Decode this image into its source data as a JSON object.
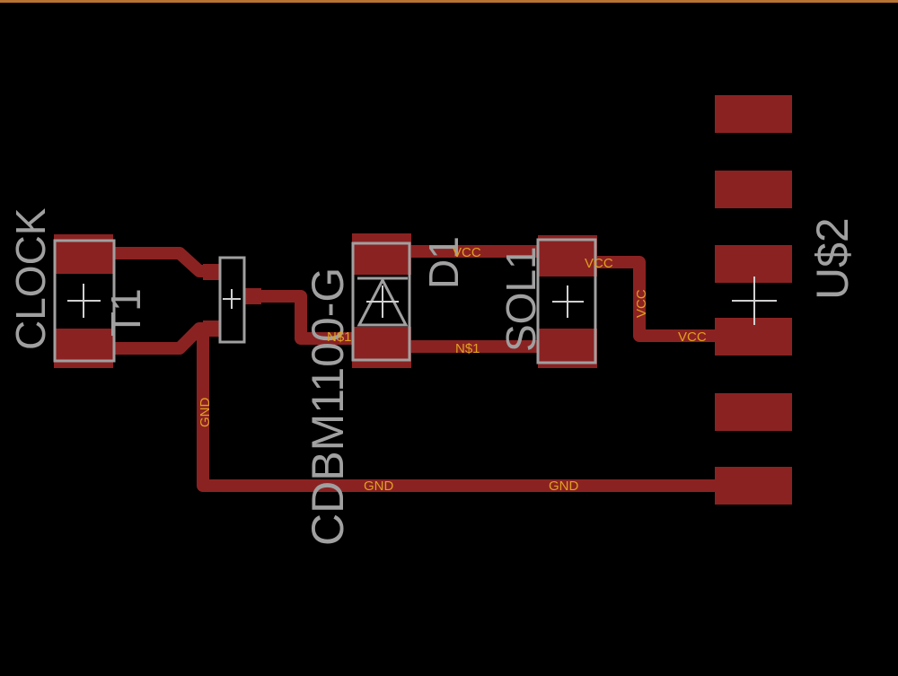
{
  "colors": {
    "background": "#000000",
    "copper": "#8b2222",
    "silkscreen": "#a0a0a0",
    "net_label": "#e0a020",
    "frame": "#b87333"
  },
  "parts": {
    "clock": {
      "name": "CLOCK",
      "value": "T1"
    },
    "transistor": {
      "value": "CDBM1100-G"
    },
    "diode": {
      "name": "D1"
    },
    "solenoid": {
      "name": "SOL1"
    },
    "connector": {
      "name": "U$2"
    }
  },
  "nets": {
    "vcc_top": "VCC",
    "vcc_sol": "VCC",
    "vcc_vertical": "VCC",
    "vcc_connector": "VCC",
    "n1_diode": "N$1",
    "n1_bottom": "N$1",
    "gnd_vertical": "GND",
    "gnd_left": "GND",
    "gnd_right": "GND"
  }
}
